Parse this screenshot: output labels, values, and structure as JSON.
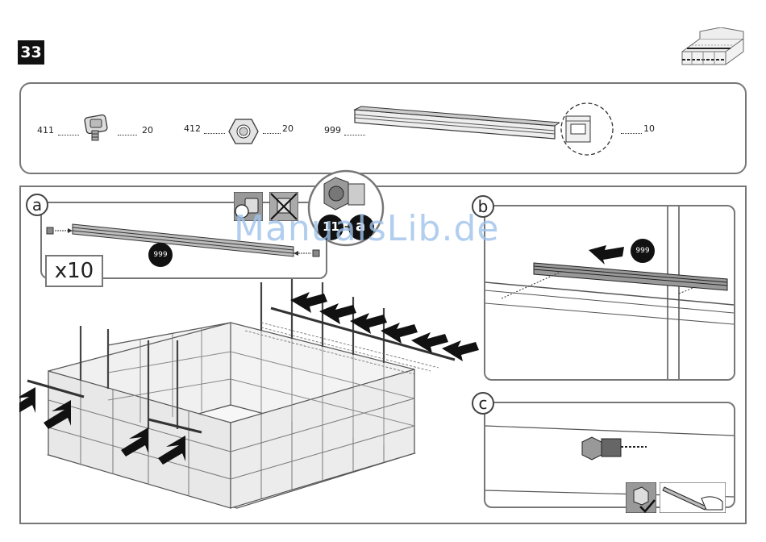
{
  "step": {
    "number": "33"
  },
  "parts": [
    {
      "id": "411",
      "quantity": "20",
      "icon": "bolt-icon"
    },
    {
      "id": "412",
      "quantity": "20",
      "icon": "nut-icon"
    },
    {
      "id": "999",
      "quantity": "10",
      "icon": "rail-profile-icon"
    }
  ],
  "detail_a": {
    "letter": "a",
    "quantity_label": "x10",
    "part_tag": "999",
    "tool_labels": [
      "11",
      "+",
      "a"
    ]
  },
  "detail_b": {
    "letter": "b",
    "part_tag": "999"
  },
  "detail_c": {
    "letter": "c"
  },
  "watermark": "ManualsLib.de"
}
